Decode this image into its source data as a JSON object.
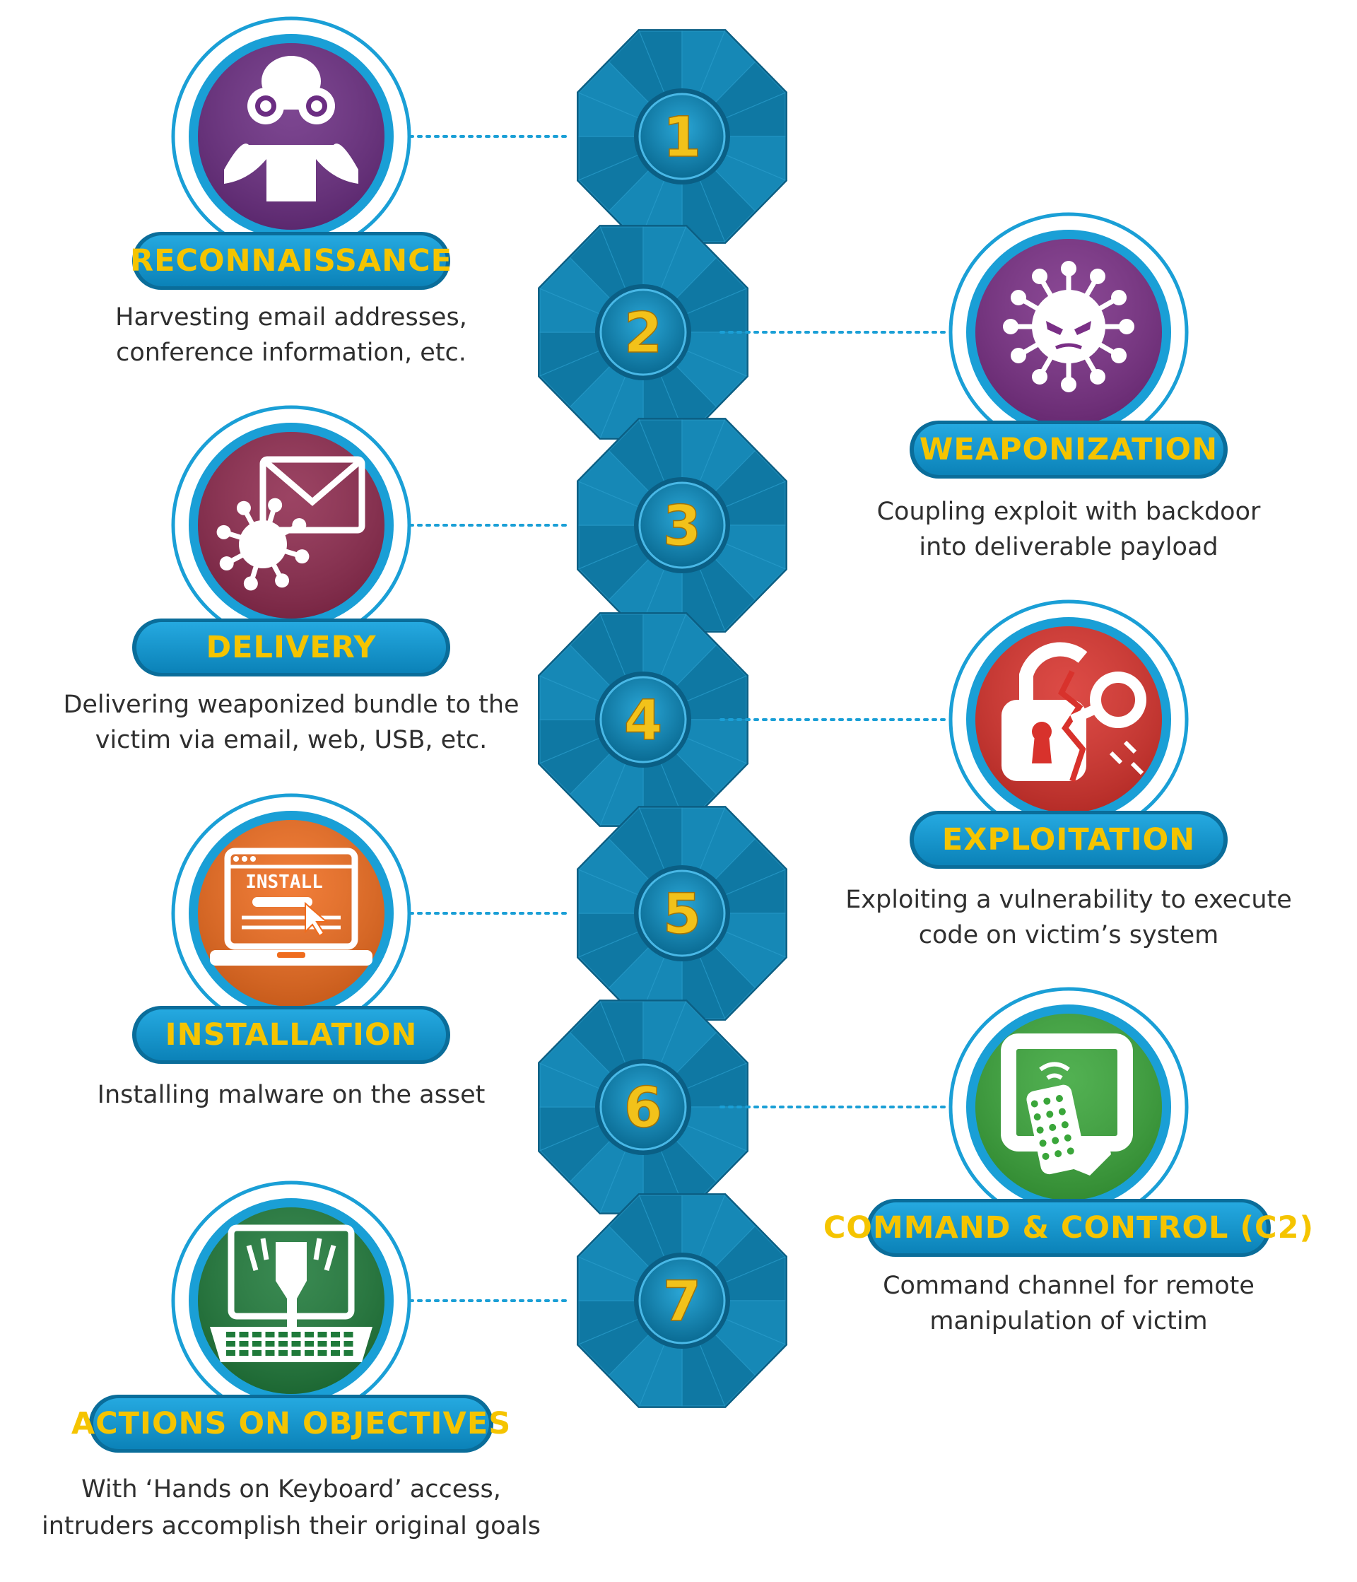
{
  "colors": {
    "spine_dark": "#0d6f96",
    "spine_light": "#1e8fbe",
    "spine_edge": "#0b5f84",
    "ring": "#1a9fd6",
    "pill": "#1397d0",
    "label_text": "#f5c400",
    "number": "#f2c21a",
    "connector": "#1a9fd6"
  },
  "stages": [
    {
      "number": "1",
      "title": "RECONNAISSANCE",
      "icon": "binoculars-person-icon",
      "icon_color": "#6b2d82",
      "description": [
        "Harvesting email addresses,",
        "conference information, etc."
      ]
    },
    {
      "number": "2",
      "title": "WEAPONIZATION",
      "icon": "virus-icon",
      "icon_color": "#7a2f86",
      "description": [
        "Coupling exploit with backdoor",
        "into deliverable payload"
      ]
    },
    {
      "number": "3",
      "title": "DELIVERY",
      "icon": "envelope-virus-icon",
      "icon_color": "#8e2a4e",
      "description": [
        "Delivering weaponized bundle to the",
        "victim via email, web, USB, etc."
      ]
    },
    {
      "number": "4",
      "title": "EXPLOITATION",
      "icon": "broken-lock-key-icon",
      "icon_color": "#d8322c",
      "description": [
        "Exploiting a vulnerability to execute",
        "code on victim’s system"
      ]
    },
    {
      "number": "5",
      "title": "INSTALLATION",
      "icon": "laptop-install-icon",
      "icon_color": "#ef6c1e",
      "install_text": "INSTALL",
      "description": [
        "Installing malware on the asset"
      ]
    },
    {
      "number": "6",
      "title": "COMMAND & CONTROL (C2)",
      "icon": "remote-control-icon",
      "icon_color": "#3aa63a",
      "description": [
        "Command channel for remote",
        "manipulation of victim"
      ]
    },
    {
      "number": "7",
      "title": "ACTIONS ON OBJECTIVES",
      "icon": "hands-on-keyboard-icon",
      "icon_color": "#1f7a3a",
      "description": [
        "With ‘Hands on Keyboard’ access,",
        "intruders accomplish their original goals"
      ]
    }
  ]
}
